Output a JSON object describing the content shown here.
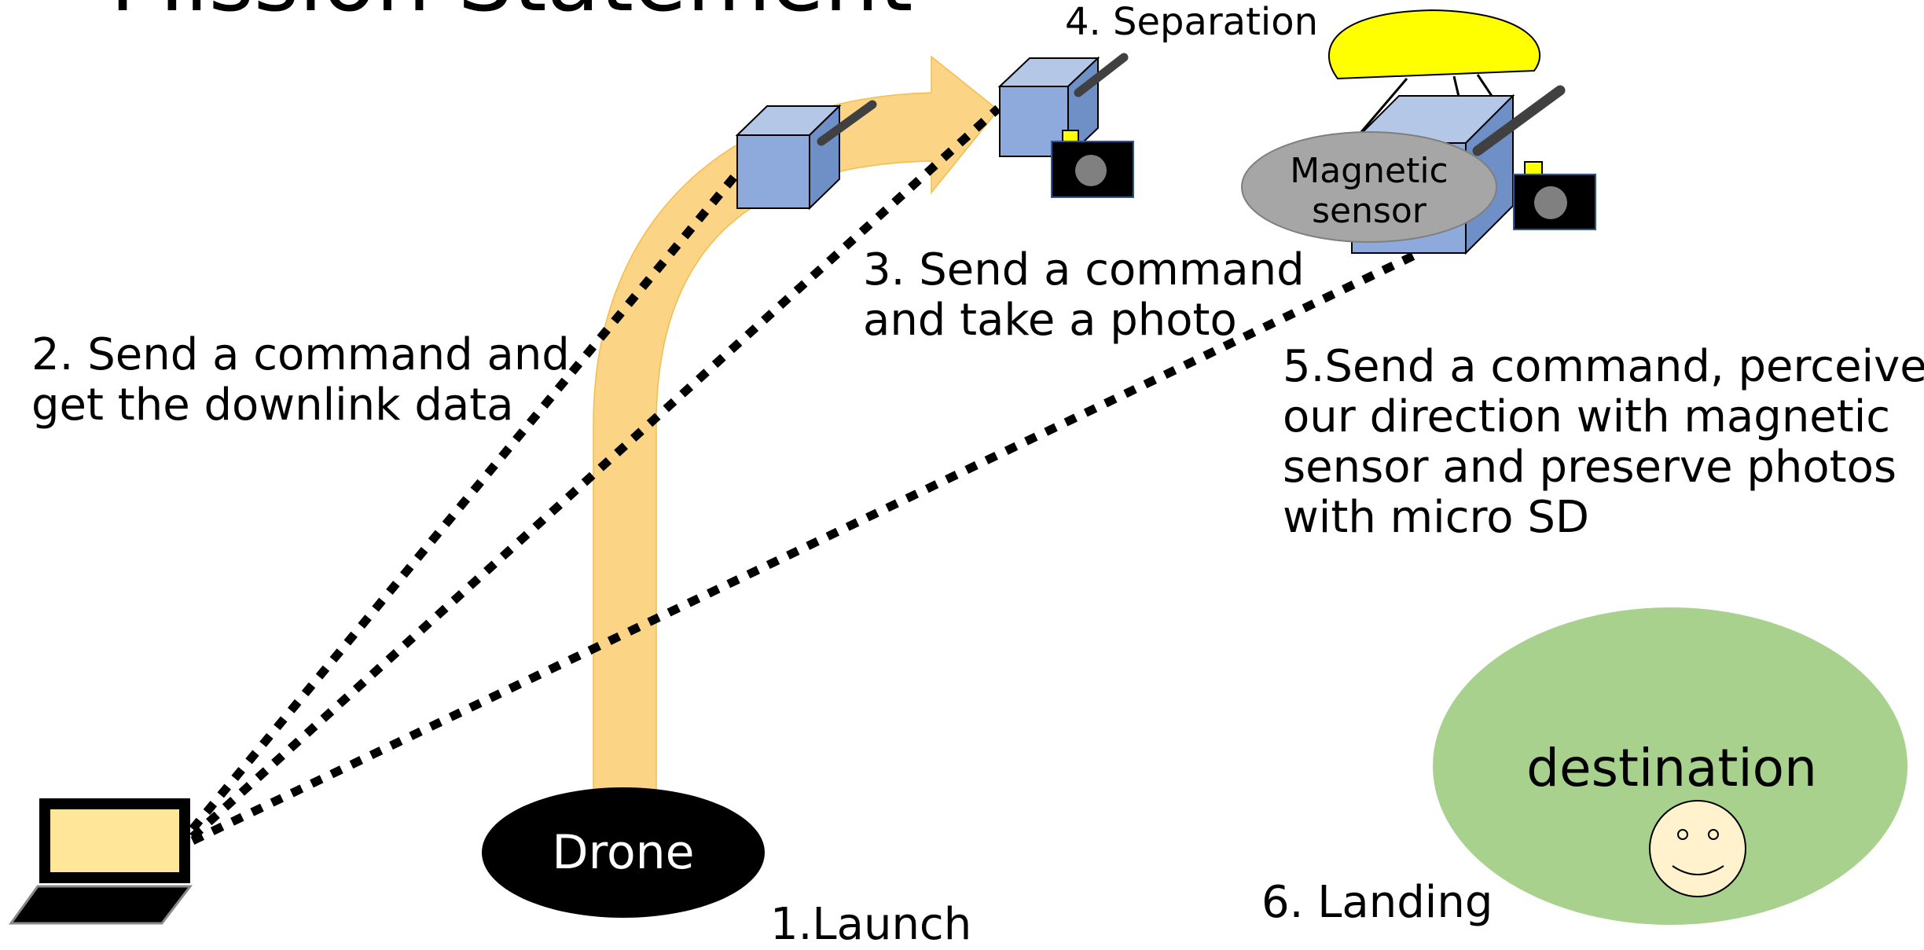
{
  "title": "Mission Statement",
  "steps": {
    "launch": "1.Launch",
    "downlink": [
      "2. Send a command and",
      "get the downlink data"
    ],
    "photo": [
      "3. Send a command",
      "and take a photo"
    ],
    "separation": "4. Separation",
    "perceive": [
      "5.Send a command, perceive",
      "our direction with magnetic",
      "sensor and preserve photos",
      "with micro SD"
    ],
    "landing": "6. Landing"
  },
  "nodes": {
    "drone": "Drone",
    "magnetic_sensor": [
      "Magnetic",
      "sensor"
    ],
    "destination": "destination"
  },
  "colors": {
    "arrow": "#FCD27F",
    "cube_front": "#8EA9DB",
    "cube_top": "#B4C7E7",
    "cube_side": "#6F8FC7",
    "parachute": "#FFFF00",
    "sensor": "#A6A6A6",
    "destination": "#A9D18E",
    "face": "#FFF2CC",
    "laptop_screen": "#FFE699",
    "drone": "#000000"
  },
  "icons": [
    "laptop-icon",
    "camera-icon",
    "satellite-cube-icon",
    "parachute-icon",
    "smiley-face-icon"
  ]
}
